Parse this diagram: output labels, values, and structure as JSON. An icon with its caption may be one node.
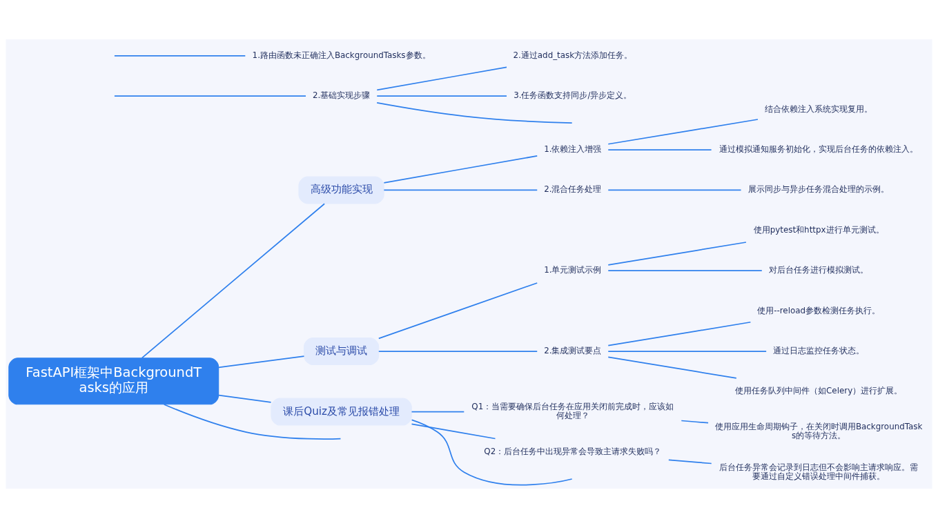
{
  "diagram": {
    "nodes": [
      {
        "text": [
          "FastAPI框架中BackgroundTasks的应用"
        ]
      },
      {
        "text": [
          "2.基础实现步骤"
        ]
      },
      {
        "text": [
          "2.通过add_task方法添加任务。"
        ]
      },
      {
        "text": [
          "3.任务函数支持同步/异步定义。"
        ]
      },
      {
        "text": [
          "高级功能实现"
        ]
      },
      {
        "text": [
          "1.依赖注入增强"
        ]
      },
      {
        "text": [
          "结合依赖注入系统实现复用。"
        ]
      },
      {
        "text": [
          "通过模拟通知服务初始化，实现后台任务的依赖注入。"
        ]
      },
      {
        "text": [
          "2.混合任务处理"
        ]
      },
      {
        "text": [
          "展示同步与异步任务混合处理的示例。"
        ]
      },
      {
        "text": [
          "测试与调试"
        ]
      },
      {
        "text": [
          "1.单元测试示例"
        ]
      },
      {
        "text": [
          "使用pytest和httpx进行单元测试。"
        ]
      },
      {
        "text": [
          "对后台任务进行模拟测试。"
        ]
      },
      {
        "text": [
          "2.集成测试要点"
        ]
      },
      {
        "text": [
          "使用--reload参数检测任务执行。"
        ]
      },
      {
        "text": [
          "通过日志监控任务状态。"
        ]
      },
      {
        "text": [
          "使用任务队列中间件（如Celery）进行扩展。"
        ]
      },
      {
        "text": [
          "课后Quiz及常见报错处理"
        ]
      },
      {
        "text": [
          "Q1：当需要确保后台任务在应用关闭前完成时，应该如何处理？"
        ]
      },
      {
        "text": [
          "使用应用生命周期钩子，在关闭时调用BackgroundTasks的等待方法。"
        ]
      },
      {
        "text": [
          "Q2：后台任务中出现异常会导致主请求失败吗？"
        ]
      },
      {
        "text": [
          "后台任务异常会记录到日志但不会影响主请求响应。需要通过自定义错误处理中间件捕获。"
        ]
      },
      {
        "text": [
          "1.路由函数未正确注入BackgroundTasks参数。"
        ]
      }
    ],
    "edges": [
      {
        "from": 0,
        "to": null,
        "arrow": "none"
      },
      {
        "from": null,
        "to": 1,
        "arrow": "none"
      },
      {
        "from": 1,
        "to": null,
        "arrow": "none"
      },
      {
        "from": 1,
        "to": 2,
        "arrow": "none"
      },
      {
        "from": 1,
        "to": 3,
        "arrow": "none"
      },
      {
        "from": 0,
        "to": 4,
        "arrow": "none"
      },
      {
        "from": 4,
        "to": 5,
        "arrow": "none"
      },
      {
        "from": 5,
        "to": 6,
        "arrow": "none"
      },
      {
        "from": 5,
        "to": 7,
        "arrow": "none"
      },
      {
        "from": 4,
        "to": 8,
        "arrow": "none"
      },
      {
        "from": 8,
        "to": 9,
        "arrow": "none"
      },
      {
        "from": 0,
        "to": 10,
        "arrow": "none"
      },
      {
        "from": 10,
        "to": 11,
        "arrow": "none"
      },
      {
        "from": 11,
        "to": 12,
        "arrow": "none"
      },
      {
        "from": 11,
        "to": 13,
        "arrow": "none"
      },
      {
        "from": 10,
        "to": 14,
        "arrow": "none"
      },
      {
        "from": 14,
        "to": 15,
        "arrow": "none"
      },
      {
        "from": 14,
        "to": 16,
        "arrow": "none"
      },
      {
        "from": 14,
        "to": 17,
        "arrow": "none"
      },
      {
        "from": 0,
        "to": 18,
        "arrow": "none"
      },
      {
        "from": 18,
        "to": 19,
        "arrow": "none"
      },
      {
        "from": 19,
        "to": 20,
        "arrow": "none"
      },
      {
        "from": 18,
        "to": 21,
        "arrow": "none"
      },
      {
        "from": 21,
        "to": 22,
        "arrow": "none"
      },
      {
        "from": 18,
        "to": null,
        "arrow": "none"
      },
      {
        "from": null,
        "to": 23,
        "arrow": "none"
      }
    ]
  }
}
